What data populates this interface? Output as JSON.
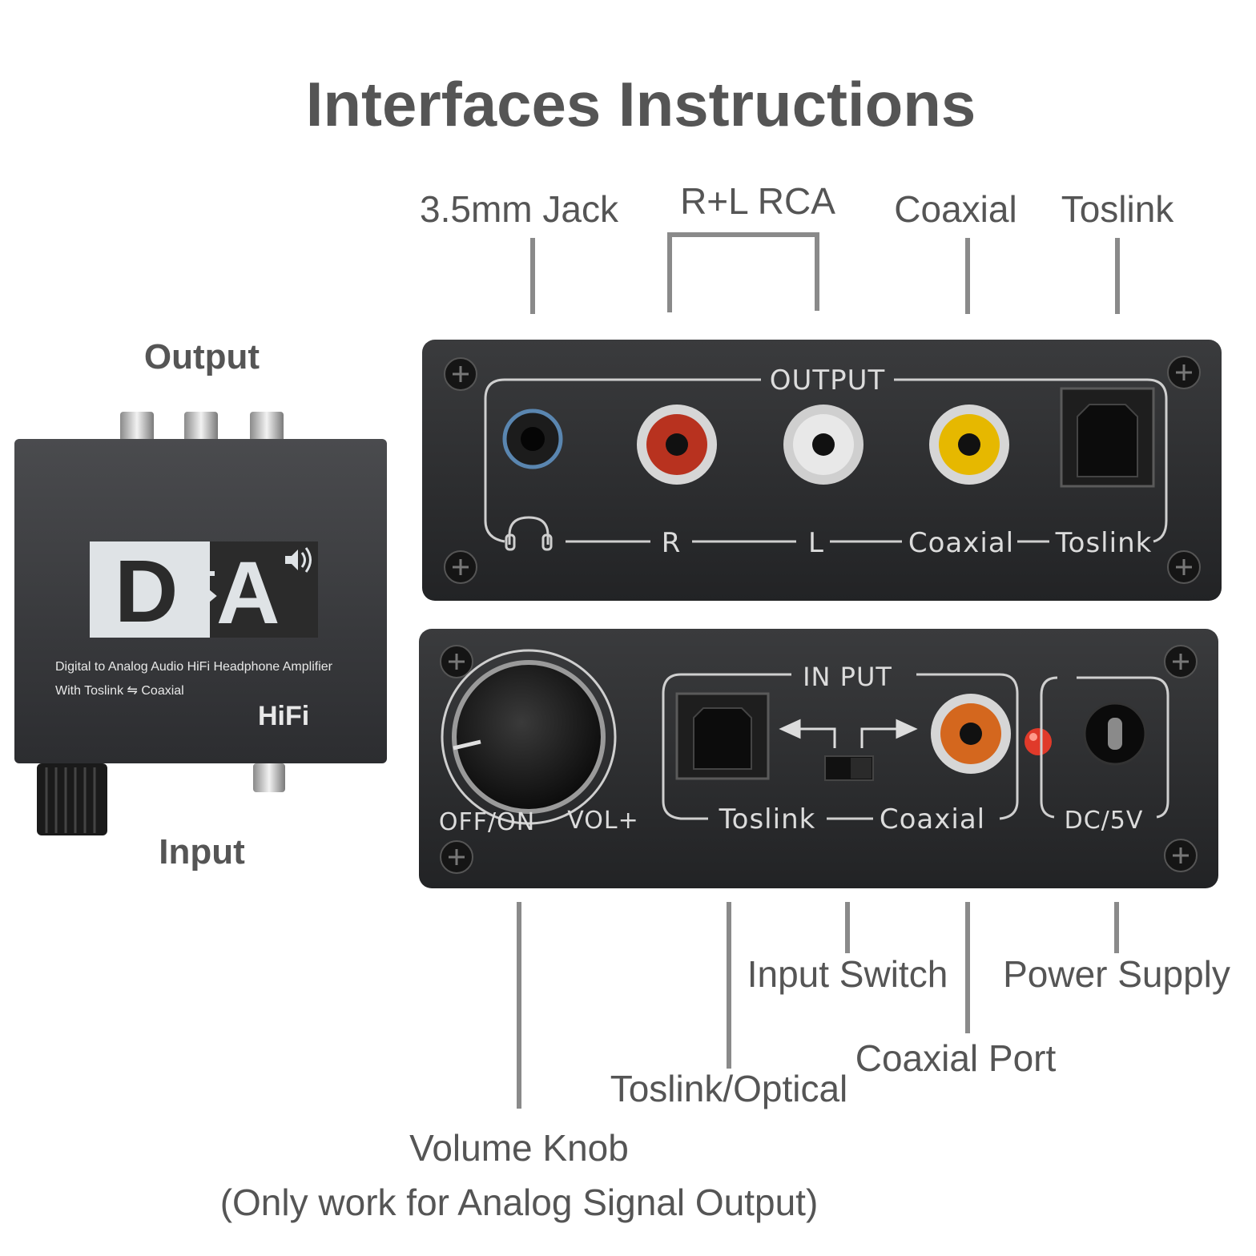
{
  "title": "Interfaces Instructions",
  "device_labels": {
    "output": "Output",
    "input": "Input"
  },
  "device_front": {
    "logo_d": "D",
    "logo_a": "A",
    "desc_line1": "Digital to Analog Audio HiFi Headphone Amplifier",
    "desc_line2": "With Toslink ⇋ Coaxial",
    "badge": "HiFi"
  },
  "output_panel": {
    "heading": "OUTPUT",
    "r": "R",
    "l": "L",
    "coaxial": "Coaxial",
    "toslink": "Toslink"
  },
  "input_panel": {
    "heading": "IN PUT",
    "off_on": "OFF/ON",
    "vol": "VOL+",
    "toslink": "Toslink",
    "coaxial": "Coaxial",
    "dc": "DC/5V"
  },
  "callouts_top": {
    "jack": "3.5mm Jack",
    "rca": "R+L RCA",
    "coaxial": "Coaxial",
    "toslink": "Toslink"
  },
  "callouts_bottom": {
    "input_switch": "Input Switch",
    "power_supply": "Power Supply",
    "coaxial_port": "Coaxial Port",
    "toslink_optical": "Toslink/Optical",
    "volume_knob": "Volume Knob",
    "volume_note": "(Only work for Analog Signal Output)"
  },
  "colors": {
    "panel": "#2e2f31",
    "rca_red": "#b8321f",
    "rca_white": "#d9d9d9",
    "rca_yellow": "#e6b800",
    "rca_orange": "#d4671e",
    "jack_blue": "#5a86b0",
    "led_red": "#e03a2a"
  }
}
